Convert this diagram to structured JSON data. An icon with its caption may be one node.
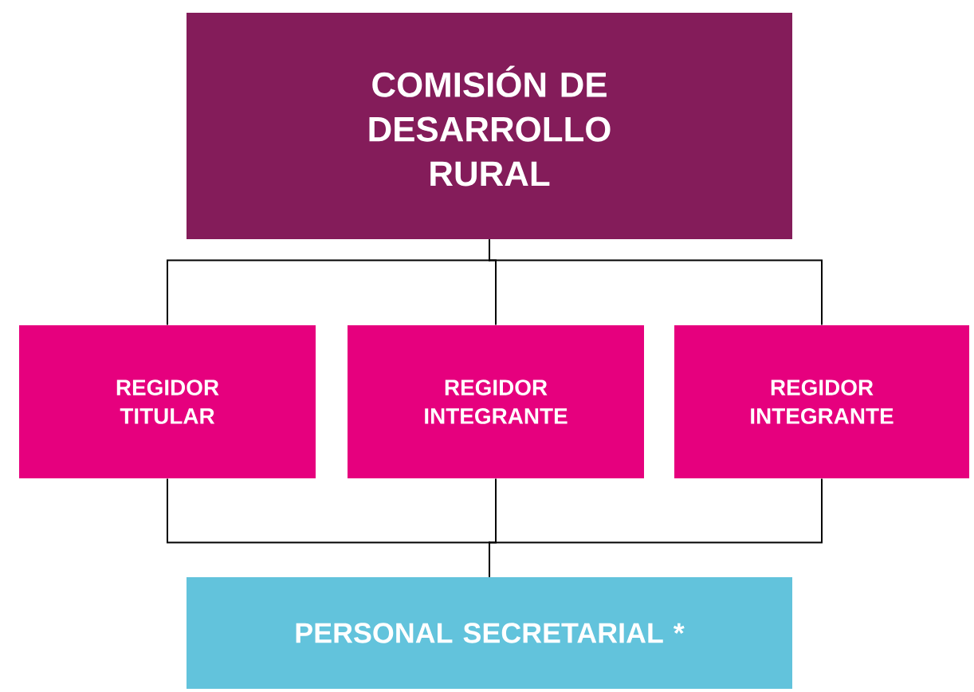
{
  "diagram": {
    "nodes": [
      {
        "text": [
          "COMISIÓN DE DESARROLLO RURAL"
        ]
      },
      {
        "text": [
          "REGIDOR TITULAR"
        ]
      },
      {
        "text": [
          "REGIDOR INTEGRANTE"
        ]
      },
      {
        "text": [
          "REGIDOR INTEGRANTE"
        ]
      },
      {
        "text": [
          "PERSONAL SECRETARIAL *"
        ]
      }
    ],
    "edges": [
      {
        "from": 0,
        "to": 1,
        "arrow": "none"
      },
      {
        "from": 0,
        "to": 2,
        "arrow": "none"
      },
      {
        "from": 0,
        "to": 3,
        "arrow": "none"
      },
      {
        "from": 1,
        "to": 4,
        "arrow": "none"
      },
      {
        "from": 2,
        "to": 4,
        "arrow": "none"
      },
      {
        "from": 3,
        "to": 4,
        "arrow": "none"
      }
    ]
  }
}
